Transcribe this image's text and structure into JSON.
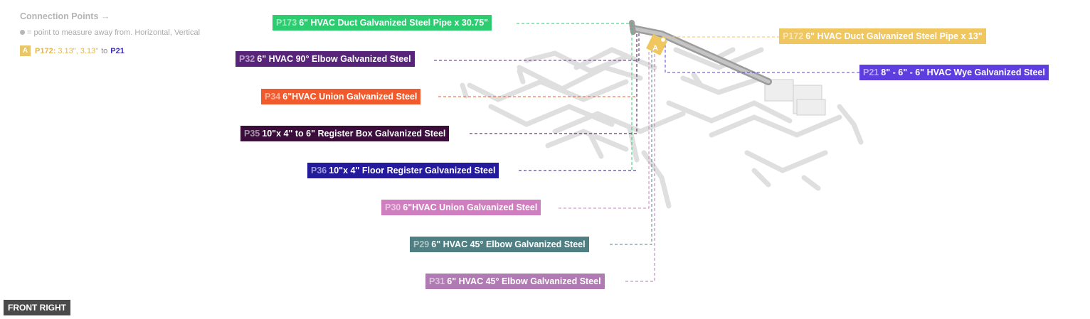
{
  "legend": {
    "title": "Connection Points →",
    "hint": "= point to measure away from. Horizontal, Vertical",
    "badge": "A",
    "source": "P172:",
    "values": "3.13\", 3.13\"",
    "to": "to",
    "target": "P21"
  },
  "labels": [
    {
      "key": "p173",
      "id": "P173",
      "text": "6\" HVAC Duct Galvanized Steel Pipe x 30.75\"",
      "color": "#2ecc71"
    },
    {
      "key": "p172",
      "id": "P172",
      "text": "6\" HVAC Duct Galvanized Steel Pipe x 13\"",
      "color": "#f0c75e"
    },
    {
      "key": "p32",
      "id": "P32",
      "text": "6\" HVAC 90° Elbow Galvanized Steel",
      "color": "#58247a"
    },
    {
      "key": "p21",
      "id": "P21",
      "text": "8\" - 6\" - 6\" HVAC Wye Galvanized Steel",
      "color": "#5f3ee0"
    },
    {
      "key": "p34",
      "id": "P34",
      "text": "6\"HVAC Union Galvanized Steel",
      "color": "#f05a2c"
    },
    {
      "key": "p35",
      "id": "P35",
      "text": "10\"x 4\" to 6\" Register Box Galvanized Steel",
      "color": "#3a0d3a"
    },
    {
      "key": "p36",
      "id": "P36",
      "text": "10\"x 4\" Floor Register Galvanized Steel",
      "color": "#231a9c"
    },
    {
      "key": "p30",
      "id": "P30",
      "text": "6\"HVAC Union Galvanized Steel",
      "color": "#cf7fc0"
    },
    {
      "key": "p29",
      "id": "P29",
      "text": "6\" HVAC 45° Elbow Galvanized Steel",
      "color": "#4f7f82"
    },
    {
      "key": "p31",
      "id": "P31",
      "text": "6\" HVAC 45° Elbow Galvanized Steel",
      "color": "#b07ab2"
    }
  ],
  "marker": "A",
  "view_label": "FRONT RIGHT"
}
